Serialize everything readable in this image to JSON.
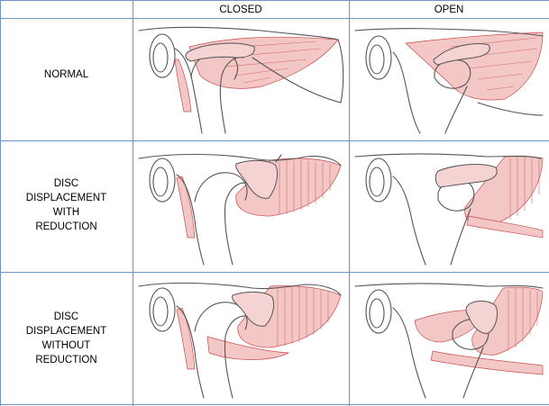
{
  "header": {
    "col_closed": "CLOSED",
    "col_open": "OPEN"
  },
  "rows": [
    {
      "id": "normal",
      "label_lines": [
        "NORMAL"
      ]
    },
    {
      "id": "ddwr",
      "label_lines": [
        "DISC",
        "DISPLACEMENT",
        "WITH",
        "REDUCTION"
      ]
    },
    {
      "id": "ddwor",
      "label_lines": [
        "DISC",
        "DISPLACEMENT",
        "WITHOUT",
        "REDUCTION"
      ]
    }
  ],
  "colors": {
    "grid_line": "#6f93c4",
    "tissue": "#f4c7c7",
    "tissue_stroke": "#c84c4c",
    "outline": "#555555"
  }
}
